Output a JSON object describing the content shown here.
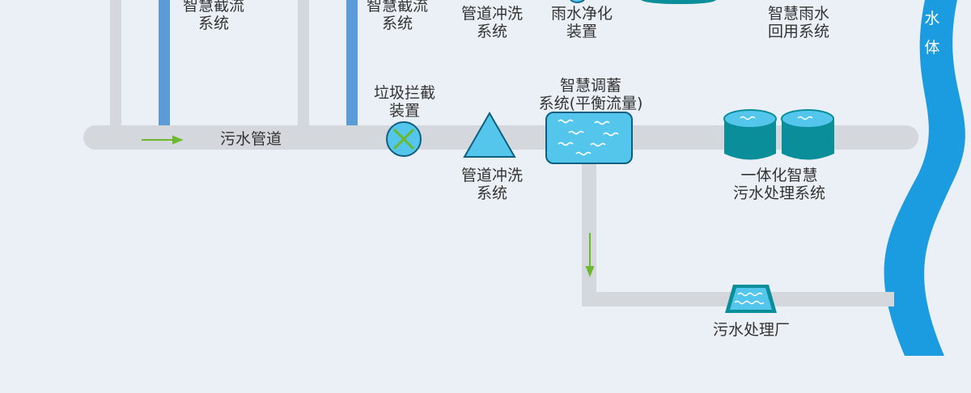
{
  "colors": {
    "background": "#eaf0f5",
    "pipe_gray": "#d4d8dc",
    "pipe_blue": "#5b9bd8",
    "river_blue": "#1b9be0",
    "facility_cyan": "#54c6ec",
    "tank_teal": "#0a8e9a",
    "flow_arrow_green": "#6cb82e"
  },
  "labels": {
    "intercept_1": [
      "智慧截流",
      "系统"
    ],
    "intercept_2": [
      "智慧截流",
      "系统"
    ],
    "flush_top": [
      "管道冲洗",
      "系统"
    ],
    "rain_purify": [
      "雨水净化",
      "装置"
    ],
    "rain_reuse": [
      "智慧雨水",
      "回用系统"
    ],
    "river": [
      "水",
      "体"
    ],
    "garbage": [
      "垃圾拦截",
      "装置"
    ],
    "storage": [
      "智慧调蓄",
      "系统(平衡流量)"
    ],
    "sewage_pipe": "污水管道",
    "flush_bottom": [
      "管道冲洗",
      "系统"
    ],
    "integrated": [
      "一体化智慧",
      "污水处理系统"
    ],
    "plant": "污水处理厂"
  },
  "icons": {
    "garbage": "x-circle-icon",
    "flush": "triangle-icon",
    "storage": "water-tank-icon",
    "tanks": "cylinder-tank-icon",
    "plant": "treatment-plant-icon",
    "flow": "flow-arrow-icon"
  }
}
